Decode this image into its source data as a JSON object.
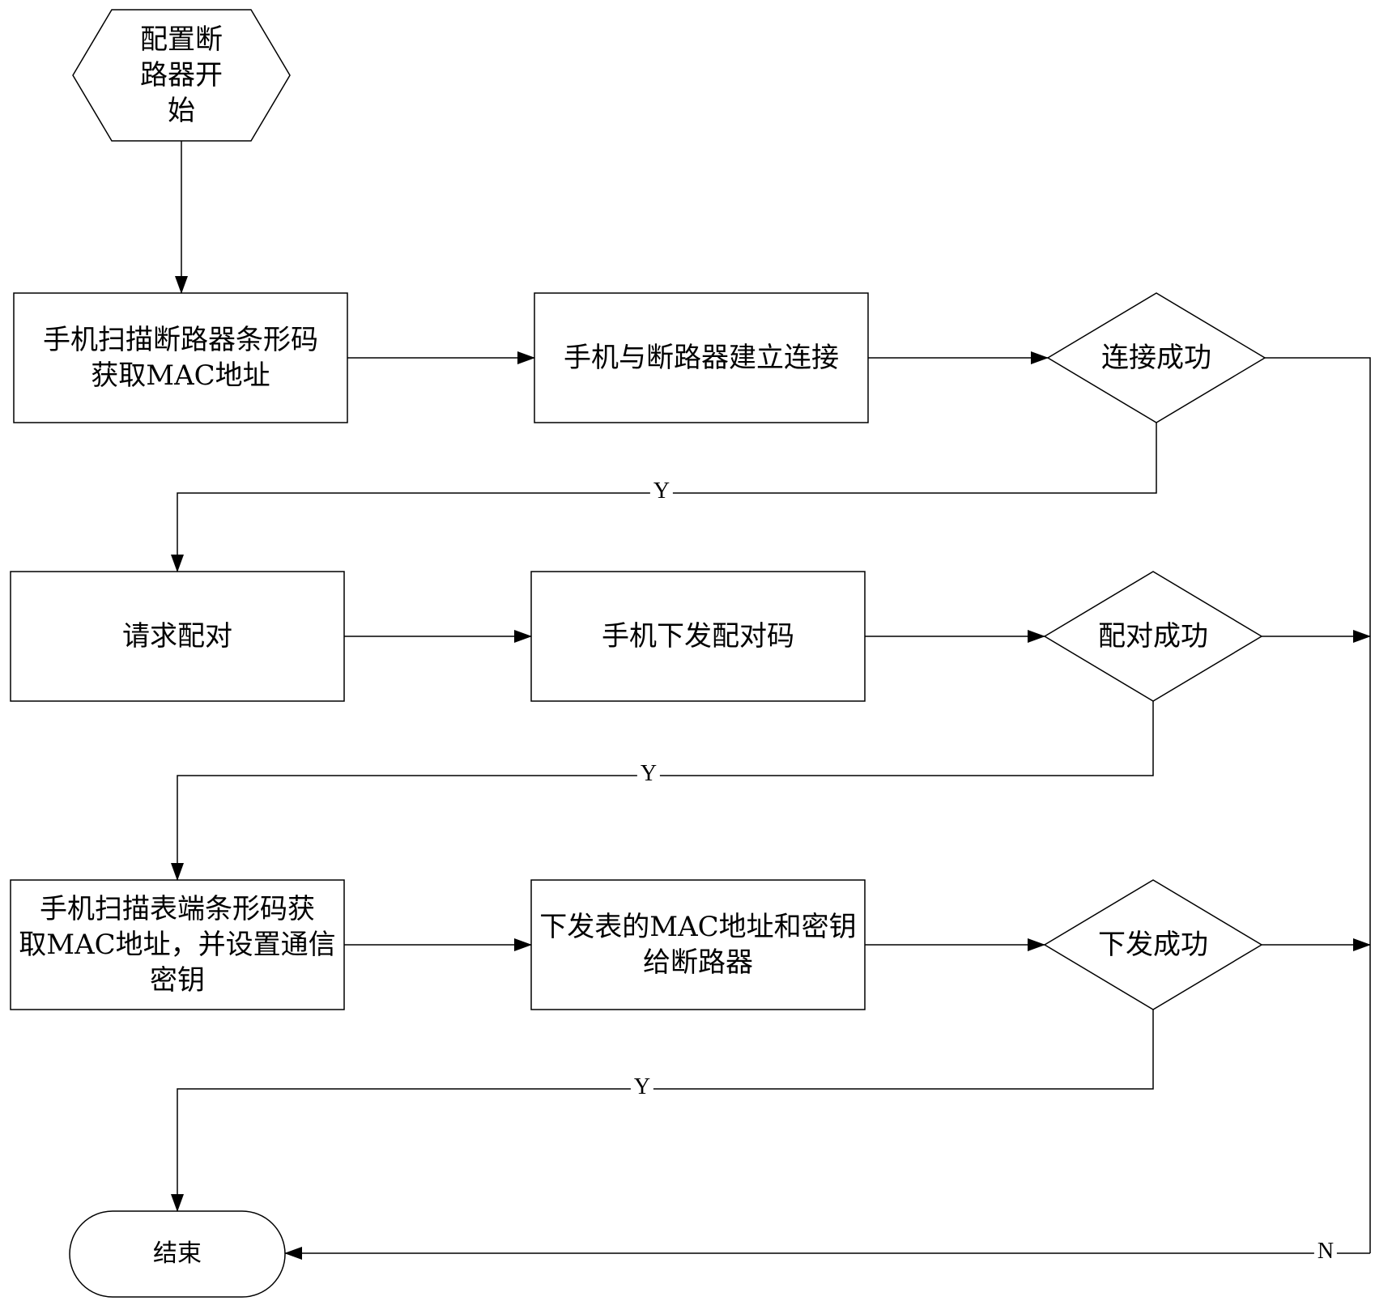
{
  "flowchart": {
    "start": "配置断\n路器开\n始",
    "row1": {
      "step_a": "手机扫描断路器条形码\n获取MAC地址",
      "step_b": "手机与断路器建立连接",
      "decision": "连接成功"
    },
    "row2": {
      "step_a": "请求配对",
      "step_b": "手机下发配对码",
      "decision": "配对成功"
    },
    "row3": {
      "step_a": "手机扫描表端条形码获\n取MAC地址，并设置通信\n密钥",
      "step_b": "下发表的MAC地址和密钥\n给断路器",
      "decision": "下发成功"
    },
    "end": "结束",
    "edge_labels": {
      "yes": "Y",
      "no": "N"
    }
  }
}
